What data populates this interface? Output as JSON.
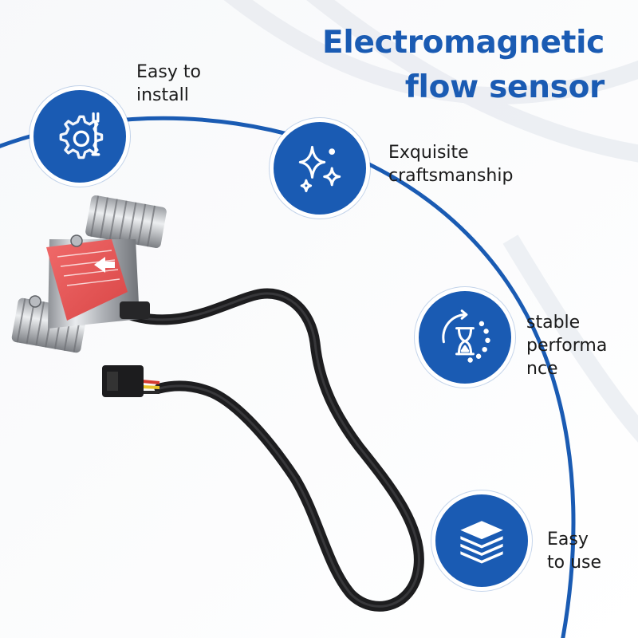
{
  "title": {
    "line1": "Electromagnetic",
    "line2": "flow sensor"
  },
  "features": [
    {
      "icon": "gear-wrench-icon",
      "line1": "Easy to",
      "line2": "install",
      "line3": ""
    },
    {
      "icon": "sparkle-icon",
      "line1": "Exquisite",
      "line2": "craftsmanship",
      "line3": ""
    },
    {
      "icon": "hourglass-icon",
      "line1": "stable",
      "line2": "performa",
      "line3": "nce"
    },
    {
      "icon": "layers-icon",
      "line1": "Easy",
      "line2": "to use",
      "line3": ""
    }
  ],
  "colors": {
    "brand": "#1a5bb3",
    "arc": "#1a5bb3",
    "text": "#1b1b1b"
  }
}
